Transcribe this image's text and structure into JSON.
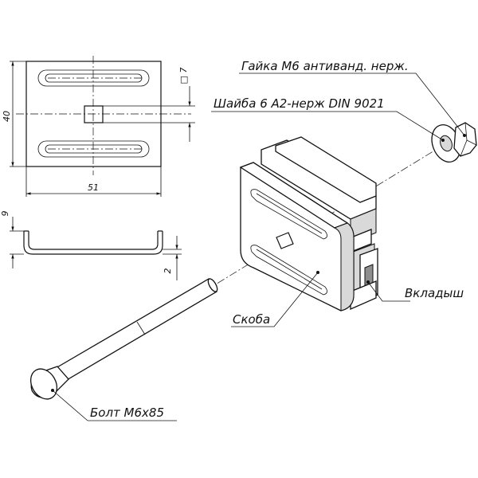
{
  "labels": {
    "nut": "Гайка М6 антиванд. нерж.",
    "washer": "Шайба 6 А2-нерж DIN 9021",
    "insert": "Вкладыш",
    "clamp": "Скоба",
    "bolt": "Болт М6х85"
  },
  "dimensions": {
    "width": "51",
    "height": "40",
    "hole": "□ 7",
    "depth": "9",
    "thickness": "2"
  }
}
